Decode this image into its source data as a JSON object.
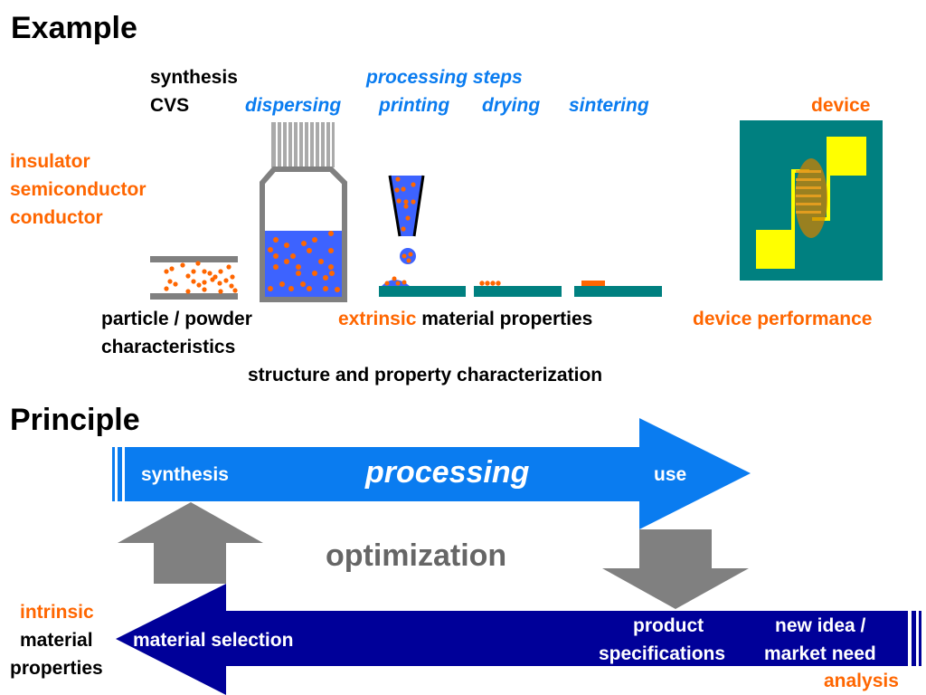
{
  "sections": {
    "example_title": "Example",
    "principle_title": "Principle"
  },
  "example": {
    "synthesis_label": "synthesis",
    "synthesis_method": "CVS",
    "processing_header": "processing steps",
    "steps": [
      "dispersing",
      "printing",
      "drying",
      "sintering"
    ],
    "device_label": "device",
    "material_classes": [
      "insulator",
      "semiconductor",
      "conductor"
    ],
    "particle_label_line1": "particle / powder",
    "particle_label_line2": "characteristics",
    "extrinsic_word": "extrinsic",
    "extrinsic_rest": "material properties",
    "device_performance": "device performance",
    "characterization": "structure and property characterization"
  },
  "principle": {
    "forward_arrow": {
      "start": "synthesis",
      "middle": "processing",
      "end": "use"
    },
    "center_label": "optimization",
    "backward_arrow": {
      "start_line1": "new idea /",
      "start_line2": "market need",
      "middle_line1": "product",
      "middle_line2": "specifications",
      "end": "material selection"
    },
    "intrinsic_word": "intrinsic",
    "intrinsic_line2": "material",
    "intrinsic_line3": "properties",
    "analysis_label": "analysis"
  },
  "colors": {
    "accent_orange": "#ff6600",
    "process_blue": "#0a7cf0",
    "ink_blue": "#3d63ff",
    "navy": "#000099",
    "teal": "#008080",
    "gray": "#808080",
    "yellow": "#ffff00"
  }
}
